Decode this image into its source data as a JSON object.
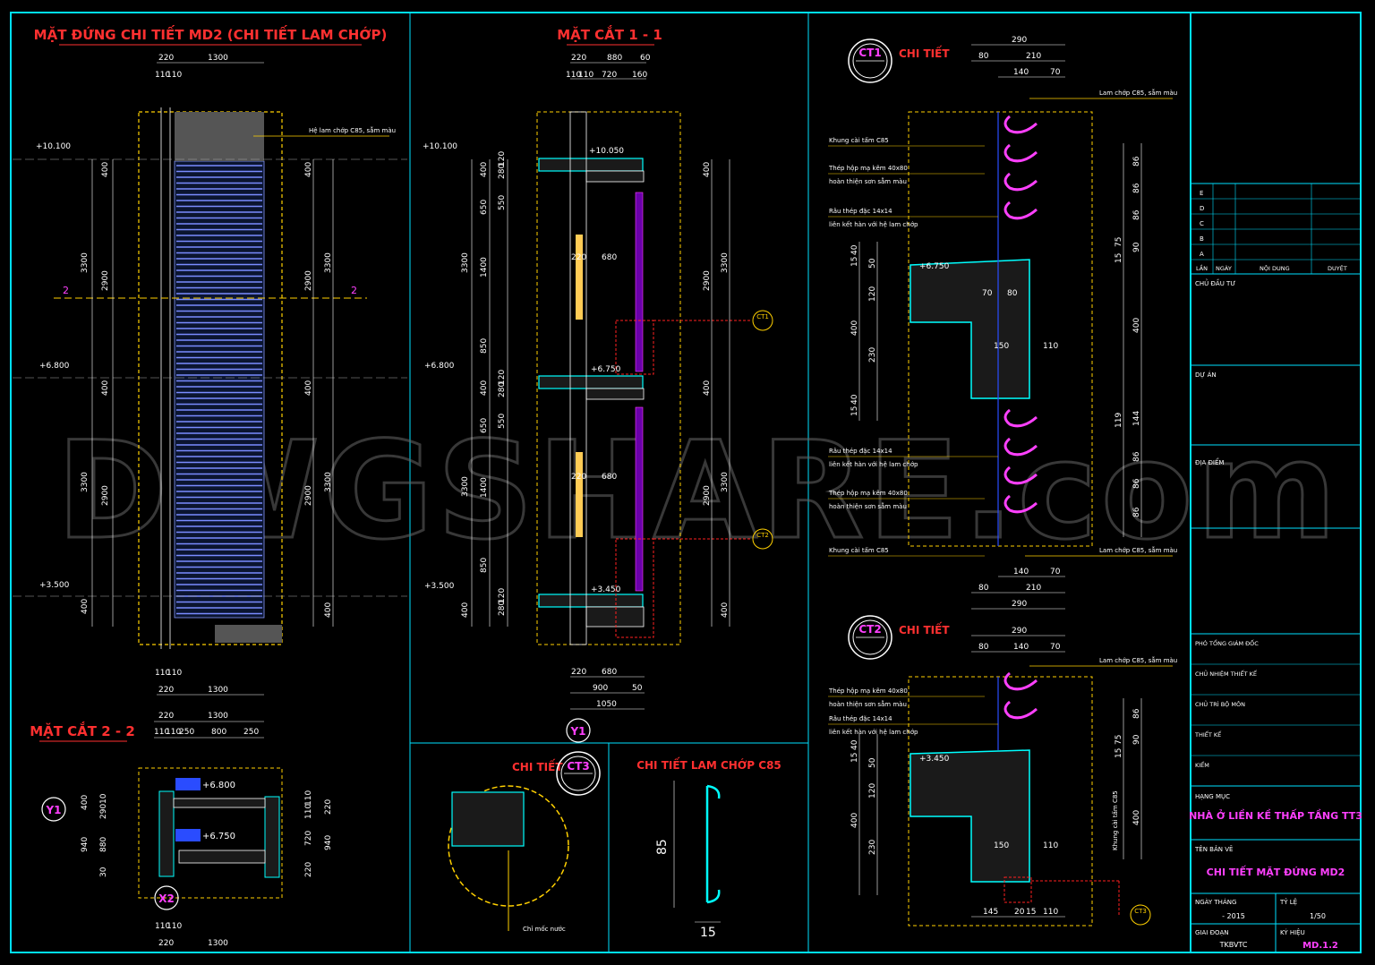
{
  "watermark": "DWGSHARE.com",
  "views": {
    "elevation": {
      "title": "MẶT ĐỨNG CHI TIẾT MD2 (CHI TIẾT LAM CHỚP)",
      "note": "Hệ lam chớp C85, sẫm màu",
      "top_dims": [
        "220",
        "1300",
        "110",
        "110"
      ],
      "bottom_dims": [
        "110",
        "110",
        "220",
        "1300"
      ],
      "levels": [
        "+10.100",
        "+6.800",
        "+3.500"
      ],
      "left_dims": [
        "400",
        "2900",
        "3300",
        "400",
        "2900",
        "3300",
        "400"
      ],
      "right_dims": [
        "400",
        "2900",
        "3300",
        "400",
        "2900",
        "3300",
        "400"
      ],
      "cut_marks": [
        "2",
        "2"
      ]
    },
    "section11": {
      "title": "MẶT CẮT 1 - 1",
      "top_dims": [
        "220",
        "880",
        "60",
        "110",
        "110",
        "720",
        "160"
      ],
      "bottom_dims": [
        "220",
        "680",
        "900",
        "50",
        "1050"
      ],
      "levels_left": [
        "+10.100",
        "+6.800",
        "+3.500"
      ],
      "levels_inner": [
        "+10.050",
        "+6.750",
        "+3.450"
      ],
      "inner_dims": [
        "220",
        "680",
        "220",
        "680"
      ],
      "left_dims": [
        "400",
        "650",
        "3300",
        "1400",
        "850",
        "400",
        "650",
        "3300",
        "1400",
        "850",
        "400"
      ],
      "left_inner": [
        "280",
        "120",
        "550",
        "280",
        "120",
        "550",
        "280",
        "120"
      ],
      "right_dims": [
        "400",
        "2900",
        "3300",
        "400",
        "2900",
        "3300",
        "400"
      ],
      "callouts": [
        "CT1",
        "CT2"
      ],
      "grid_bubble": "Y1"
    },
    "section22": {
      "title": "MẶT CẮT 2 - 2",
      "top_dims": [
        "220",
        "1300",
        "110",
        "110",
        "250",
        "800",
        "250"
      ],
      "bottom_dims": [
        "110",
        "110",
        "220",
        "1300"
      ],
      "levels": [
        "+6.800",
        "+6.750"
      ],
      "left_dims": [
        "400",
        "10",
        "290",
        "880",
        "940",
        "30"
      ],
      "right_dims": [
        "110",
        "110",
        "220",
        "720",
        "940",
        "220"
      ],
      "grid_bubbles": [
        "Y1",
        "X2"
      ]
    },
    "ct1": {
      "bubble": "CT1",
      "label": "CHI TIẾT",
      "top_dims": [
        "290",
        "80",
        "210",
        "140",
        "70"
      ],
      "bottom_dims": [
        "140",
        "70",
        "80",
        "210",
        "290"
      ],
      "level": "+6.750",
      "notes_left": [
        "Khung cài tấm C85",
        "Thép hộp mạ kẽm 40x80",
        "hoàn thiện sơn sẫm màu",
        "Râu thép đặc 14x14",
        "liên kết hàn với hệ lam chớp",
        "Râu thép đặc 14x14",
        "liên kết hàn với hệ lam chớp",
        "Thép hộp mạ kẽm 40x80",
        "hoàn thiện sơn sẫm màu",
        "Khung cài tấm C85"
      ],
      "note_top_right": "Lam chớp C85, sẫm màu",
      "note_bottom_right": "Lam chớp C85, sẫm màu",
      "inner_dims": [
        "70",
        "80",
        "150",
        "110"
      ],
      "left_dims": [
        "40",
        "15",
        "120",
        "50",
        "400",
        "230",
        "40",
        "15"
      ],
      "right_dims": [
        "86",
        "86",
        "86",
        "75",
        "90",
        "15",
        "400",
        "119",
        "144",
        "86",
        "86",
        "86"
      ]
    },
    "ct2": {
      "bubble": "CT2",
      "label": "CHI TIẾT",
      "top_dims": [
        "290",
        "80",
        "140",
        "70"
      ],
      "bottom_dims": [
        "145",
        "20",
        "15",
        "110"
      ],
      "level": "+3.450",
      "notes_left": [
        "Thép hộp mạ kẽm 40x80",
        "hoàn thiện sơn sẫm màu",
        "Râu thép đặc 14x14",
        "liên kết hàn với hệ lam chớp"
      ],
      "note_top_right": "Lam chớp C85, sẫm màu",
      "note_vertical": "Khung cài tấm C85",
      "inner_dims": [
        "150",
        "110"
      ],
      "left_dims": [
        "40",
        "15",
        "50",
        "120",
        "400",
        "230"
      ],
      "right_dims": [
        "86",
        "75",
        "90",
        "15",
        "400"
      ],
      "callout": "CT3"
    },
    "ct3": {
      "label": "CHI TIẾT",
      "bubble": "CT3",
      "note": "Chỉ mốc nước"
    },
    "louver": {
      "title": "CHI TIẾT LAM CHỚP C85",
      "height_dim": "85",
      "width_dim": "15"
    }
  },
  "title_block": {
    "revisions_letters": [
      "E",
      "D",
      "C",
      "B",
      "A"
    ],
    "revision_header": [
      "LẦN",
      "NGÀY",
      "NỘI DUNG",
      "DUYỆT"
    ],
    "fields": [
      {
        "label": "CHỦ ĐẦU TƯ",
        "value": ""
      },
      {
        "label": "DỰ ÁN",
        "value": ""
      },
      {
        "label": "ĐỊA ĐIỂM",
        "value": ""
      }
    ],
    "staff": [
      "PHÓ TỔNG GIÁM ĐỐC",
      "CHỦ NHIỆM THIẾT KẾ",
      "CHỦ TRÌ BỘ MÔN",
      "THIẾT KẾ",
      "KIỂM"
    ],
    "project_label": "HẠNG MỤC",
    "project": "NHÀ Ở LIỀN KỀ THẤP TẦNG TT3",
    "drawing_label": "TÊN BẢN VẼ",
    "drawing": "CHI TIẾT MẶT ĐỨNG MD2",
    "phase_label": "GIAI ĐOẠN",
    "phase": "TKBVTC",
    "date_label": "NGÀY THÁNG",
    "date": "- 2015",
    "scale_label": "TỶ LỆ",
    "scale": "1/50",
    "sheet_label": "KÝ HIỆU",
    "sheet": "MD.1.2"
  },
  "colors": {
    "frame": "#00e0ff",
    "title_red": "#ff3030",
    "magenta": "#ff40ff",
    "yellow_dash": "#ffd000",
    "cyan_concrete": "#00ffff",
    "white": "#ffffff"
  }
}
